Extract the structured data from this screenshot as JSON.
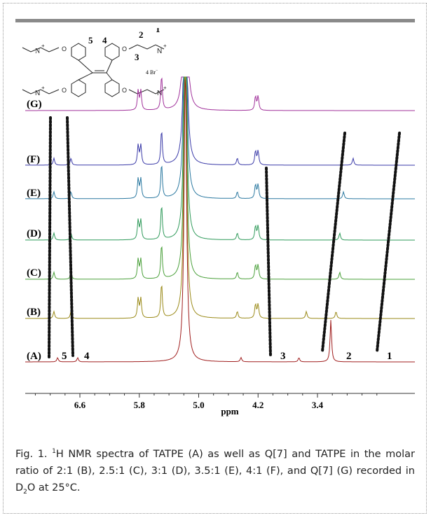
{
  "figure": {
    "structure": {
      "numbers": [
        "5",
        "4",
        "2",
        "3",
        "1"
      ],
      "counterion": "4 Br",
      "counterion_charge": "−",
      "nplus": "N"
    },
    "ppm_label": "ppm",
    "ticks": [
      "6.6",
      "5.8",
      "5.0",
      "4.2",
      "3.4"
    ],
    "peak_labels_A": [
      "5",
      "4",
      "3",
      "2",
      "1"
    ],
    "colors": {
      "A": "#a01e1e",
      "B": "#9a8a18",
      "C": "#4aa03a",
      "D": "#2f9a5a",
      "E": "#2a78a0",
      "F": "#3a3aa8",
      "G": "#a0309a"
    }
  },
  "chart_data": {
    "type": "line",
    "xlabel": "ppm",
    "x_ticks": [
      6.6,
      5.8,
      5.0,
      4.2,
      3.4
    ],
    "x_reversed": true,
    "series": [
      {
        "name": "(G)",
        "peaks_ppm": [
          5.78,
          5.5,
          4.2
        ]
      },
      {
        "name": "(F)",
        "peaks_ppm": [
          6.95,
          6.72,
          5.78,
          5.5,
          4.48,
          4.2,
          2.92
        ]
      },
      {
        "name": "(E)",
        "peaks_ppm": [
          6.95,
          6.72,
          5.78,
          5.5,
          4.48,
          4.2,
          3.05
        ]
      },
      {
        "name": "(D)",
        "peaks_ppm": [
          6.95,
          6.72,
          5.78,
          5.5,
          4.48,
          4.2,
          3.1
        ]
      },
      {
        "name": "(C)",
        "peaks_ppm": [
          6.95,
          6.72,
          5.78,
          5.5,
          4.48,
          4.2,
          3.1
        ]
      },
      {
        "name": "(B)",
        "peaks_ppm": [
          6.95,
          6.72,
          5.78,
          5.5,
          4.48,
          4.2,
          3.55,
          3.15
        ]
      },
      {
        "name": "(A)",
        "peaks_ppm": [
          6.9,
          6.63,
          4.43,
          3.65,
          3.22
        ]
      }
    ]
  },
  "caption": {
    "prefix": "Fig. 1. ",
    "sup": "1",
    "part1": "H NMR spectra of TATPE (A) as well as Q[7] and TATPE in the molar ratio of 2:1 (B), 2.5:1 (C), 3:1 (D), 3.5:1 (E), 4:1 (F), and Q[7] (G) recorded in D",
    "sub": "2",
    "part2": "O at 25°C."
  }
}
